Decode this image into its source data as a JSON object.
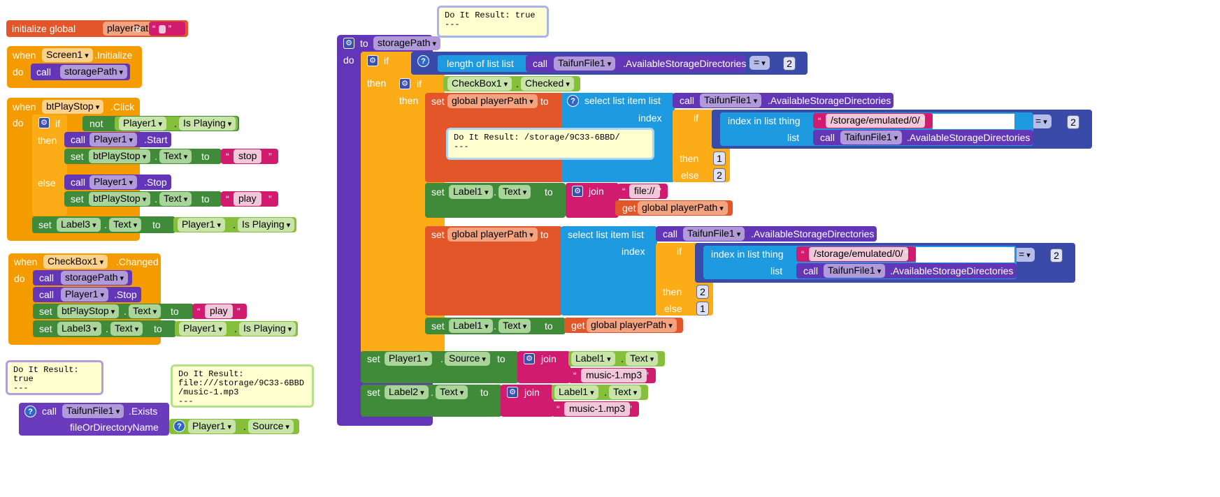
{
  "blocks": {
    "init_global": {
      "label": "initialize global",
      "var": "playerPath",
      "to": "to"
    },
    "screen_init": {
      "when": "when",
      "component": "Screen1",
      "event": ".Initialize",
      "do": "do",
      "call": "call",
      "proc": "storagePath"
    },
    "btplay_click": {
      "when": "when",
      "component": "btPlayStop",
      "event": ".Click",
      "do": "do",
      "if": "if",
      "not": "not",
      "player": "Player1",
      "is_playing": "Is Playing",
      "then": "then",
      "else": "else",
      "call": "call",
      "start": ".Start",
      "stop_m": ".Stop",
      "set": "set",
      "bt": "btPlayStop",
      "text": "Text",
      "to": "to",
      "stop_str": "stop",
      "play_str": "play",
      "label3": "Label3",
      "dot": "."
    },
    "checkbox_changed": {
      "when": "when",
      "component": "CheckBox1",
      "event": ".Changed",
      "do": "do",
      "call": "call",
      "proc": "storagePath",
      "player": "Player1",
      "stop_m": ".Stop",
      "set": "set",
      "bt": "btPlayStop",
      "text": "Text",
      "to": "to",
      "play_str": "play",
      "label3": "Label3",
      "is_playing": "Is Playing",
      "dot": "."
    },
    "exists": {
      "call": "call",
      "comp": "TaifunFile1",
      "method": ".Exists",
      "param": "fileOrDirectoryName",
      "player": "Player1",
      "source": "Source",
      "dot": "."
    },
    "storage_proc": {
      "to": "to",
      "name": "storagePath",
      "do": "do",
      "if": "if",
      "then": "then",
      "else": "else",
      "length_of_list": "length of list  list",
      "call": "call",
      "taifun": "TaifunFile1",
      "avail": ".AvailableStorageDirectories",
      "eq": "=",
      "two": "2",
      "one": "1",
      "checkbox": "CheckBox1",
      "checked": "Checked",
      "dot": ".",
      "set": "set",
      "global_pp": "global playerPath",
      "to2": "to",
      "select_item": "select list item  list",
      "index": "index",
      "index_in_list": "index in list  thing",
      "list": "list",
      "emulated": "/storage/emulated/0/",
      "label1": "Label1",
      "text": "Text",
      "join": "join",
      "file_str": "file://",
      "get": "get",
      "player": "Player1",
      "source": "Source",
      "music": "music-1.mp3",
      "label2": "Label2"
    }
  },
  "bubbles": {
    "b1": "Do It Result: true\n---",
    "b2": "Do It Result: /storage/9C33-6BBD/\n---",
    "b3": "Do It Result:\ntrue\n---",
    "b4": "Do It Result:\nfile:///storage/9C33-6BBD\n/music-1.mp3\n---"
  },
  "colors": {
    "workspace": "#ffffff",
    "event": "#f49b00",
    "procedure": "#6236b6",
    "setter": "#3f8b3a",
    "getter": "#86bf3a",
    "variable": "#e2562a",
    "text": "#d11b6f",
    "list": "#1e9ae0",
    "math": "#3a4aa8"
  }
}
